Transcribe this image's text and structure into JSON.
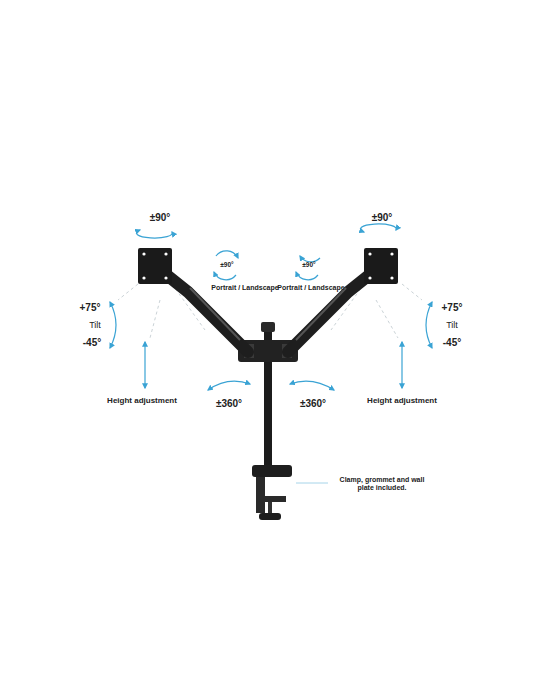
{
  "diagram": {
    "labels": [
      "±90°",
      "±90°",
      "±90°",
      "±90°",
      "Portrait / Landscape",
      "Portrait / Landscape",
      "+75°",
      "+75°",
      "Tilt",
      "Tilt",
      "-45°",
      "-45°",
      "±360°",
      "±360°",
      "Height adjustment",
      "Height adjustment",
      "Clamp, grommet and wall plate included."
    ]
  }
}
